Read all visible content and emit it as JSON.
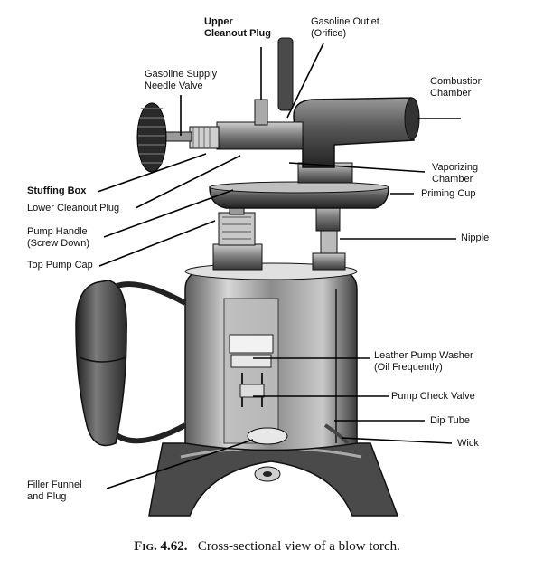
{
  "labels": {
    "upper_cleanout_plug": "Upper\nCleanout Plug",
    "gasoline_outlet": "Gasoline Outlet\n(Orifice)",
    "needle_valve": "Gasoline Supply\nNeedle Valve",
    "combustion_chamber": "Combustion\nChamber",
    "vaporizing_chamber": "Vaporizing\nChamber",
    "stuffing_box": "Stuffing Box",
    "lower_cleanout_plug": "Lower Cleanout Plug",
    "priming_cup": "Priming Cup",
    "pump_handle": "Pump Handle\n(Screw Down)",
    "nipple": "Nipple",
    "top_pump_cap": "Top Pump Cap",
    "pump_washer": "Leather Pump Washer\n(Oil Frequently)",
    "check_valve": "Pump Check Valve",
    "dip_tube": "Dip Tube",
    "wick": "Wick",
    "filler_funnel": "Filler Funnel\nand Plug"
  },
  "caption": {
    "figure": "Fig. 4.62.",
    "text": "Cross-sectional view of a blow torch."
  }
}
